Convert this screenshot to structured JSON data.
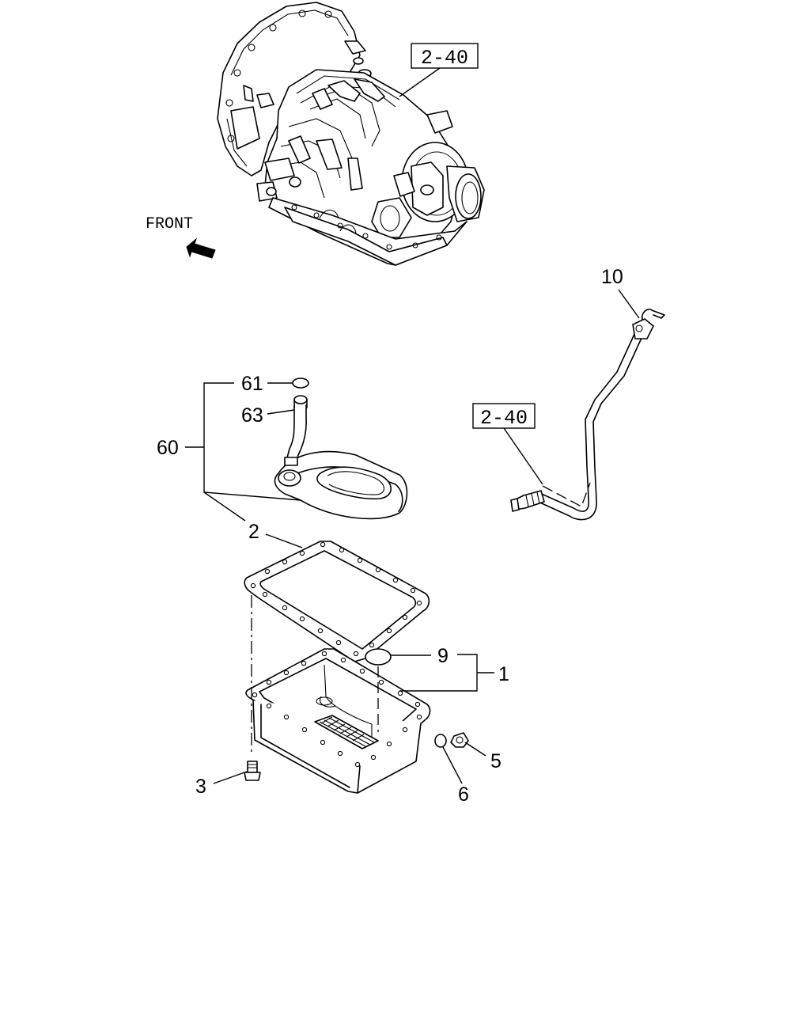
{
  "front_label": "FRONT",
  "references": [
    {
      "id": "ref-top",
      "text": "2-40"
    },
    {
      "id": "ref-dipstick",
      "text": "2-40"
    }
  ],
  "callouts": {
    "c10": "10",
    "c61": "61",
    "c63": "63",
    "c60": "60",
    "c2": "2",
    "c9": "9",
    "c1": "1",
    "c5": "5",
    "c6": "6",
    "c3": "3"
  }
}
